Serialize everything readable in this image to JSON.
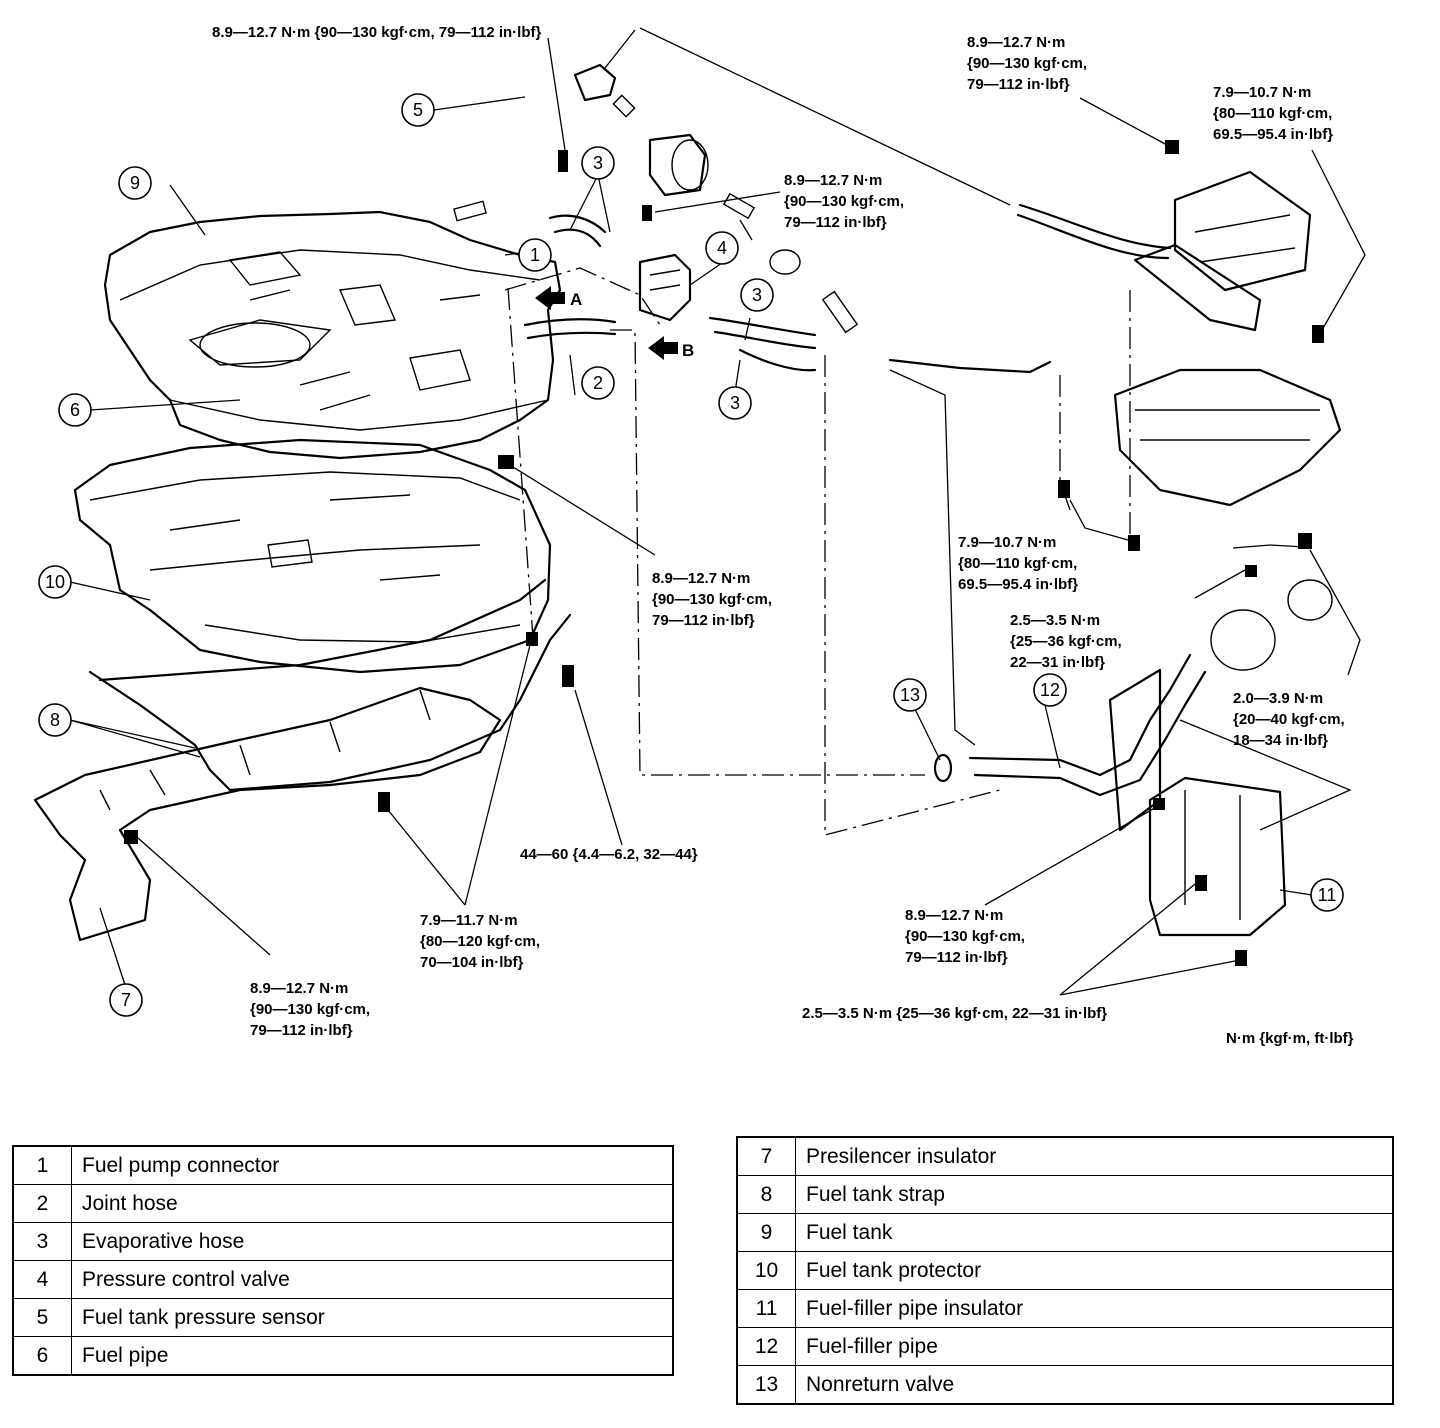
{
  "torque_specs": [
    "8.9—12.7 N·m {90—130 kgf·cm, 79—112 in·lbf}",
    "8.9—12.7 N·m",
    "{90—130 kgf·cm,",
    "79—112 in·lbf}",
    "7.9—10.7 N·m",
    "{80—110 kgf·cm,",
    "69.5—95.4 in·lbf}",
    "8.9—12.7 N·m",
    "{90—130 kgf·cm,",
    "79—112 in·lbf}",
    "8.9—12.7 N·m",
    "{90—130 kgf·cm,",
    "79—112 in·lbf}",
    "7.9—10.7 N·m",
    "{80—110 kgf·cm,",
    "69.5—95.4 in·lbf}",
    "2.5—3.5 N·m",
    "{25—36 kgf·cm,",
    "22—31 in·lbf}",
    "2.0—3.9 N·m",
    "{20—40 kgf·cm,",
    "18—34 in·lbf}",
    "44—60 {4.4—6.2, 32—44}",
    "7.9—11.7 N·m",
    "{80—120 kgf·cm,",
    "70—104 in·lbf}",
    "8.9—12.7 N·m",
    "{90—130 kgf·cm,",
    "79—112 in·lbf}",
    "8.9—12.7 N·m",
    "{90—130 kgf·cm,",
    "79—112 in·lbf}",
    "2.5—3.5 N·m {25—36 kgf·cm, 22—31 in·lbf}",
    "N·m {kgf·m, ft·lbf}"
  ],
  "callouts": [
    "1",
    "2",
    "3",
    "3",
    "3",
    "4",
    "5",
    "6",
    "7",
    "8",
    "9",
    "10",
    "11",
    "12",
    "13"
  ],
  "view_arrows": [
    "A",
    "B"
  ],
  "legend_left": [
    {
      "num": "1",
      "name": "Fuel pump connector"
    },
    {
      "num": "2",
      "name": "Joint hose"
    },
    {
      "num": "3",
      "name": "Evaporative hose"
    },
    {
      "num": "4",
      "name": "Pressure control valve"
    },
    {
      "num": "5",
      "name": "Fuel tank pressure sensor"
    },
    {
      "num": "6",
      "name": "Fuel pipe"
    }
  ],
  "legend_right": [
    {
      "num": "7",
      "name": "Presilencer insulator"
    },
    {
      "num": "8",
      "name": "Fuel tank strap"
    },
    {
      "num": "9",
      "name": "Fuel tank"
    },
    {
      "num": "10",
      "name": "Fuel tank protector"
    },
    {
      "num": "11",
      "name": "Fuel-filler pipe insulator"
    },
    {
      "num": "12",
      "name": "Fuel-filler pipe"
    },
    {
      "num": "13",
      "name": "Nonreturn valve"
    }
  ]
}
